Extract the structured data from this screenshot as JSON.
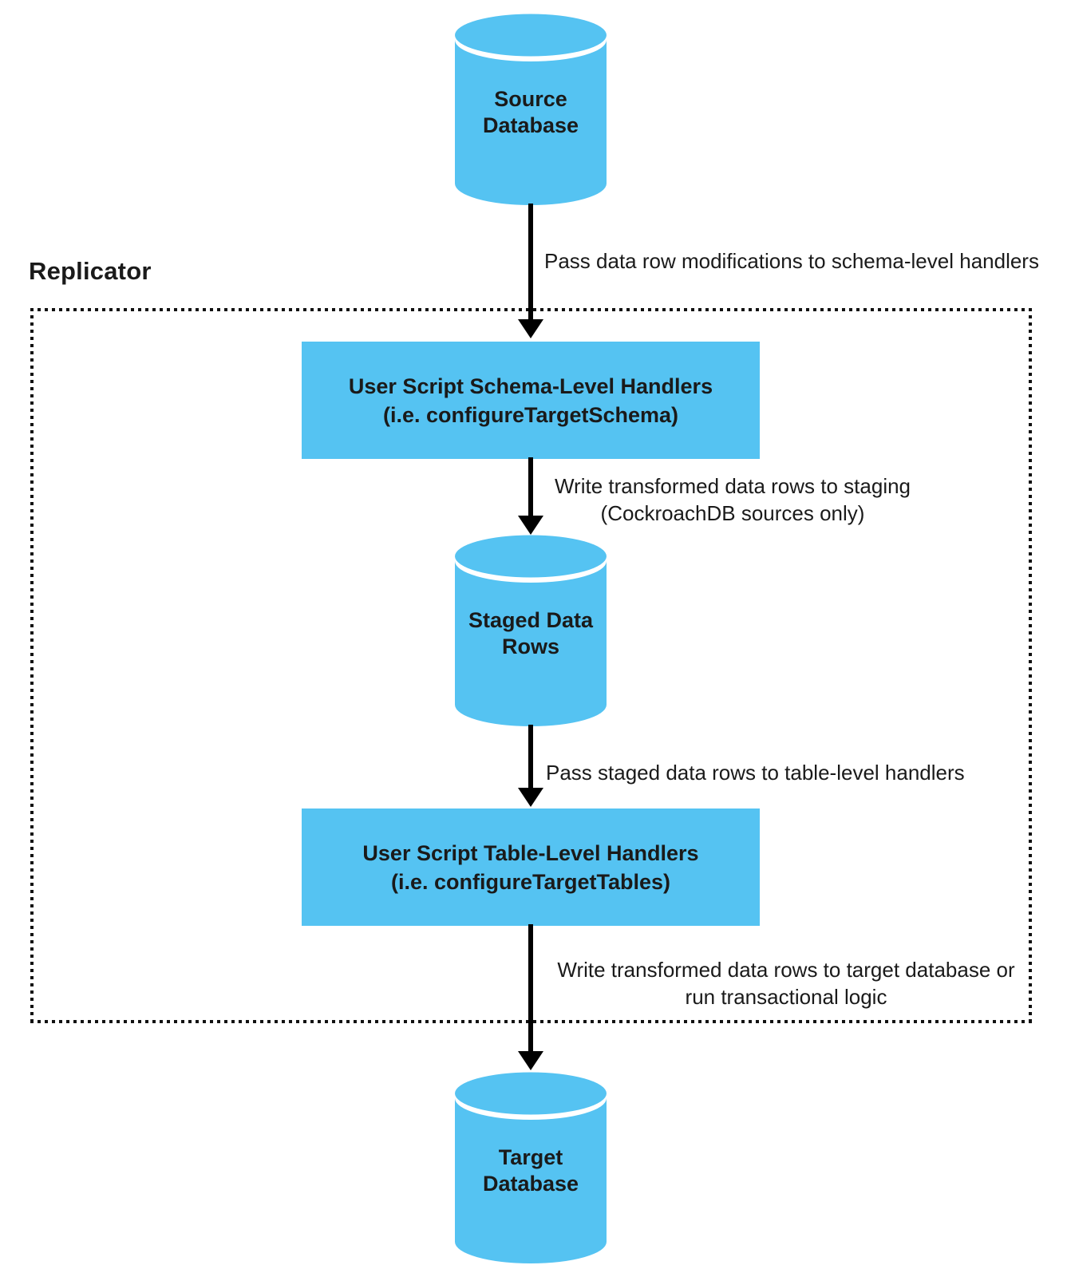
{
  "colors": {
    "node_fill": "#55C3F2",
    "arrow": "#000000",
    "text": "#1A1A1A"
  },
  "container": {
    "label": "Replicator"
  },
  "nodes": {
    "source_db": {
      "shape": "database-cylinder",
      "lines": [
        "Source",
        "Database"
      ]
    },
    "schema_handlers": {
      "shape": "process-box",
      "lines": [
        "User Script Schema-Level Handlers",
        "(i.e. configureTargetSchema)"
      ]
    },
    "staged_rows": {
      "shape": "database-cylinder",
      "lines": [
        "Staged Data",
        "Rows"
      ]
    },
    "table_handlers": {
      "shape": "process-box",
      "lines": [
        "User Script Table-Level Handlers",
        "(i.e. configureTargetTables)"
      ]
    },
    "target_db": {
      "shape": "database-cylinder",
      "lines": [
        "Target",
        "Database"
      ]
    }
  },
  "edges": [
    {
      "from": "source_db",
      "to": "schema_handlers",
      "label_lines": [
        "Pass data row modifications to schema-level handlers"
      ]
    },
    {
      "from": "schema_handlers",
      "to": "staged_rows",
      "label_lines": [
        "Write transformed data rows to staging",
        "(CockroachDB sources only)"
      ]
    },
    {
      "from": "staged_rows",
      "to": "table_handlers",
      "label_lines": [
        "Pass staged data rows to table-level handlers"
      ]
    },
    {
      "from": "table_handlers",
      "to": "target_db",
      "label_lines": [
        "Write transformed data rows to target database or",
        "run transactional logic"
      ]
    }
  ]
}
